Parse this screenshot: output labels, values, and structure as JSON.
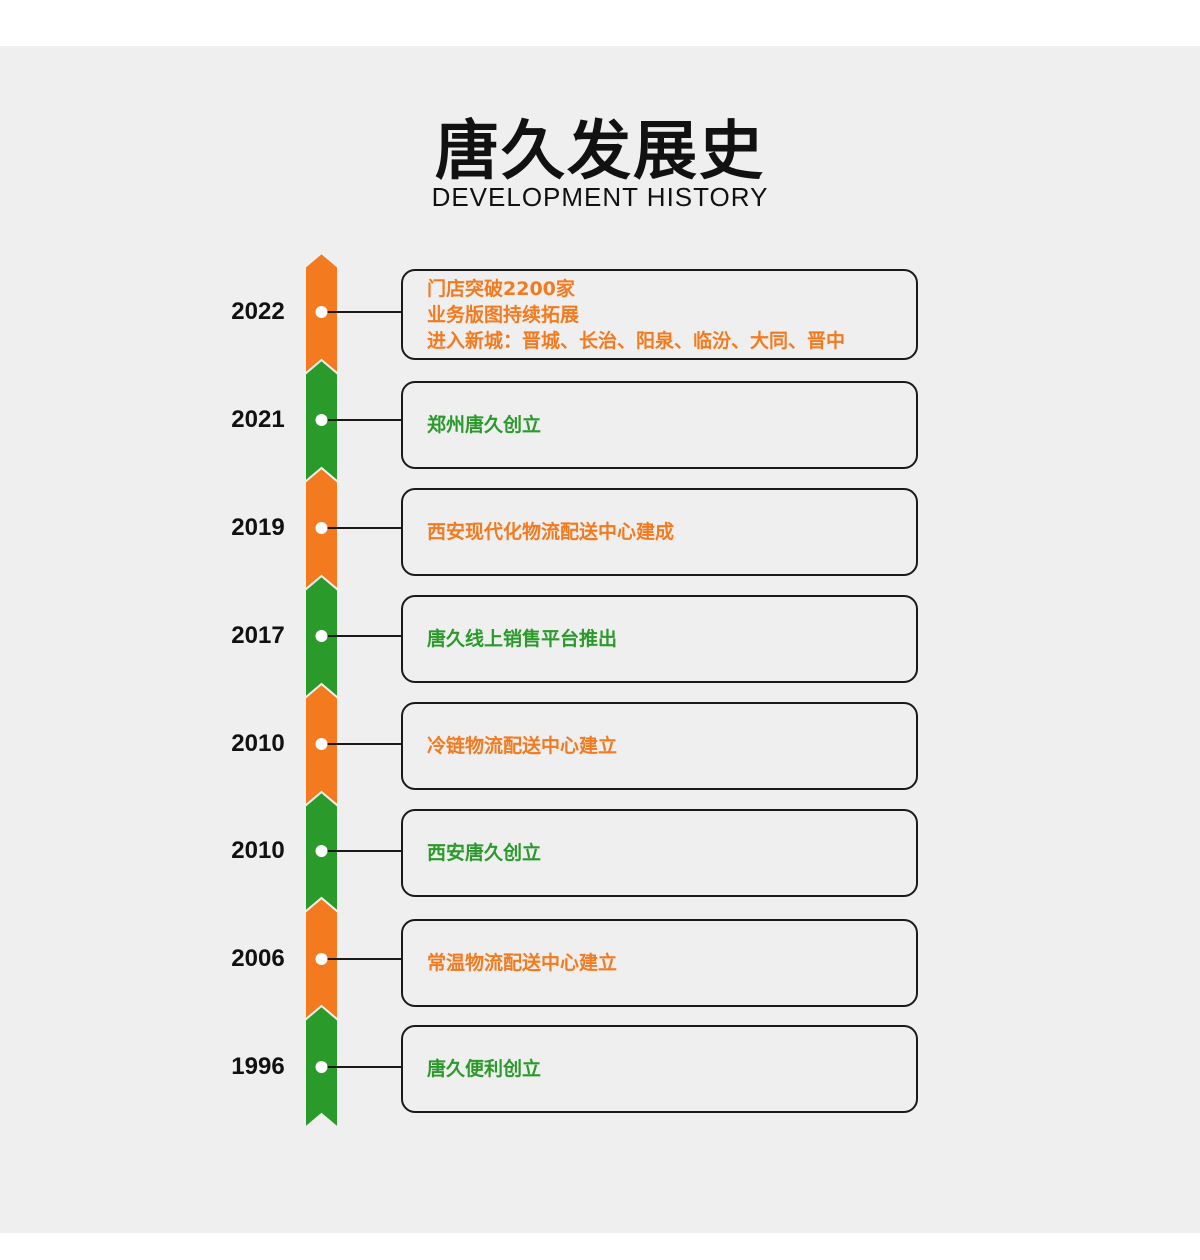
{
  "header": {
    "title": "唐久发展史",
    "subtitle": "DEVELOPMENT HISTORY"
  },
  "colors": {
    "orange": "#f37a1f",
    "green": "#2a9a2a",
    "background": "#efefef"
  },
  "timeline": [
    {
      "year": "2022",
      "color": "orange",
      "lines": [
        "门店突破2200家",
        "业务版图持续拓展",
        "进入新城：晋城、长治、阳泉、临汾、大同、晋中"
      ]
    },
    {
      "year": "2021",
      "color": "green",
      "lines": [
        "郑州唐久创立"
      ]
    },
    {
      "year": "2019",
      "color": "orange",
      "lines": [
        "西安现代化物流配送中心建成"
      ]
    },
    {
      "year": "2017",
      "color": "green",
      "lines": [
        "唐久线上销售平台推出"
      ]
    },
    {
      "year": "2010",
      "color": "orange",
      "lines": [
        "冷链物流配送中心建立"
      ]
    },
    {
      "year": "2010",
      "color": "green",
      "lines": [
        "西安唐久创立"
      ]
    },
    {
      "year": "2006",
      "color": "orange",
      "lines": [
        "常温物流配送中心建立"
      ]
    },
    {
      "year": "1996",
      "color": "green",
      "lines": [
        "唐久便利创立"
      ]
    }
  ]
}
